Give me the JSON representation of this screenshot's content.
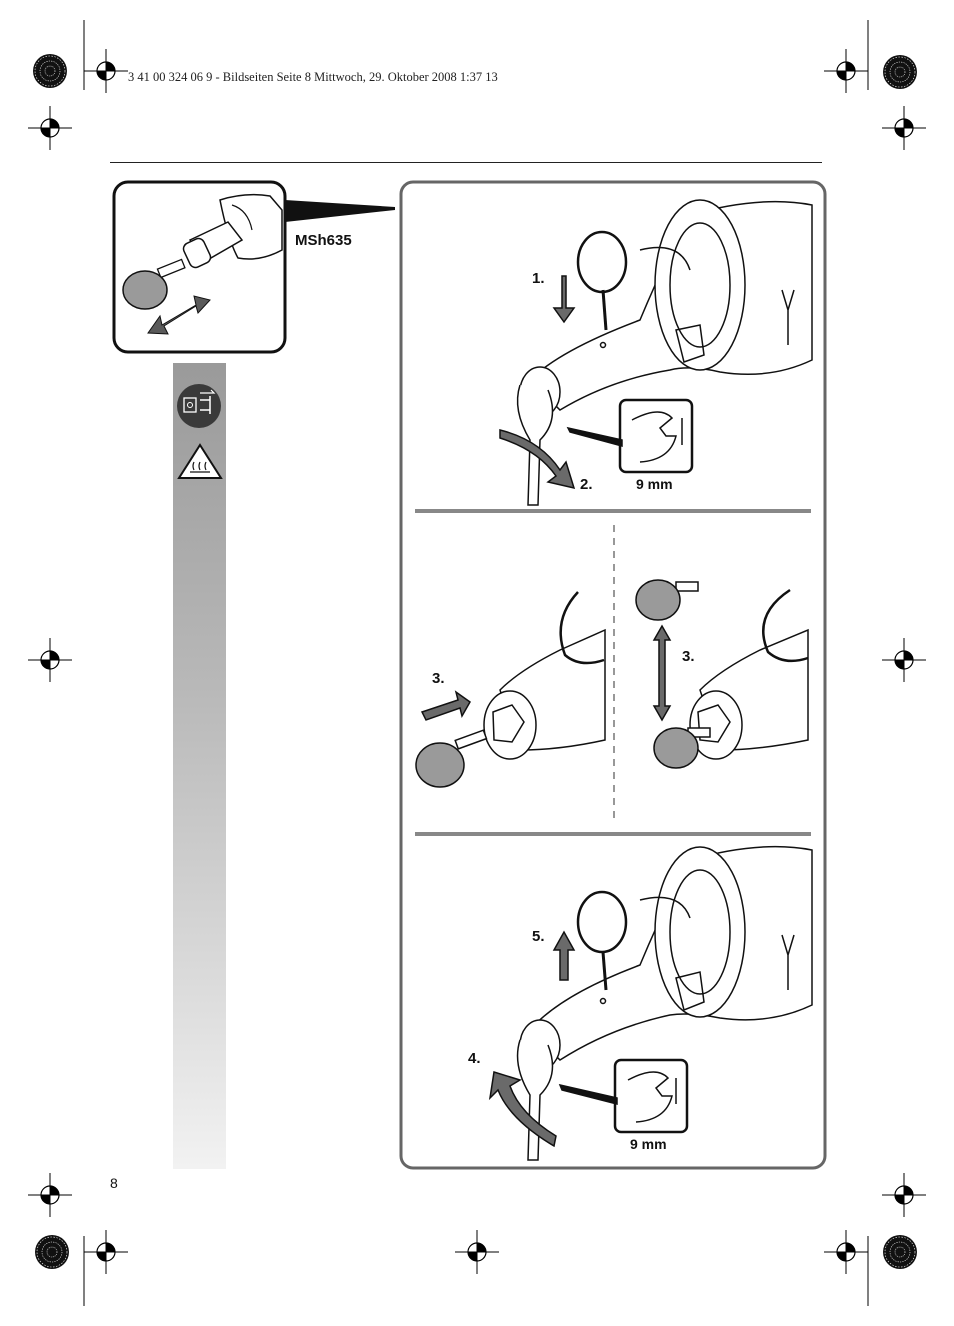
{
  "header": {
    "print_line": "3 41 00 324 06 9 - Bildseiten  Seite 8  Mittwoch, 29. Oktober 2008  1:37 13"
  },
  "page_number": "8",
  "model": "MSh635",
  "steps": {
    "s1": "1.",
    "s2": "2.",
    "s3a": "3.",
    "s3b": "3.",
    "s4": "4.",
    "s5": "5."
  },
  "wrench_size_top": "9 mm",
  "wrench_size_bottom": "9 mm",
  "icons": [
    "registration-mark-icon",
    "unplug-icon",
    "hot-surface-warning-icon"
  ]
}
